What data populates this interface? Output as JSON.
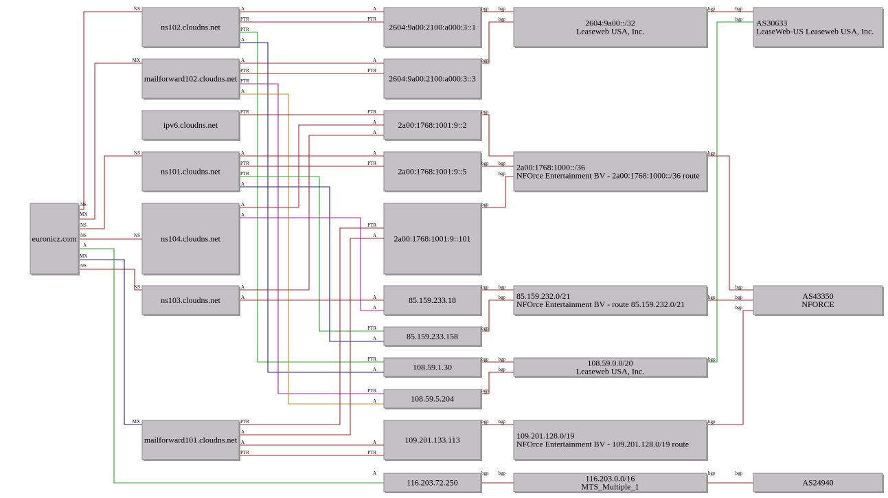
{
  "colors": {
    "red": "#b22222",
    "green": "#22aa22",
    "blue": "#1a1aa0",
    "magenta": "#b020b0",
    "orange": "#d08a10",
    "node_fill": "#c3c1c4"
  },
  "nodes": {
    "euronicz": {
      "lines": [
        "euronicz.com"
      ]
    },
    "ns102": {
      "lines": [
        "ns102.cloudns.net"
      ]
    },
    "mailforward102": {
      "lines": [
        "mailforward102.cloudns.net"
      ]
    },
    "ipv6": {
      "lines": [
        "ipv6.cloudns.net"
      ]
    },
    "ns101": {
      "lines": [
        "ns101.cloudns.net"
      ]
    },
    "ns104": {
      "lines": [
        "ns104.cloudns.net"
      ]
    },
    "ns103": {
      "lines": [
        "ns103.cloudns.net"
      ]
    },
    "mailforward101": {
      "lines": [
        "mailforward101.cloudns.net"
      ]
    },
    "ip_2604_1": {
      "lines": [
        "2604:9a00:2100:a000:3::1"
      ]
    },
    "ip_2604_3": {
      "lines": [
        "2604:9a00:2100:a000:3::3"
      ]
    },
    "ip_2a00_2": {
      "lines": [
        "2a00:1768:1001:9::2"
      ]
    },
    "ip_2a00_5": {
      "lines": [
        "2a00:1768:1001:9::5"
      ]
    },
    "ip_2a00_101": {
      "lines": [
        "2a00:1768:1001:9::101"
      ]
    },
    "ip_85_18": {
      "lines": [
        "85.159.233.18"
      ]
    },
    "ip_85_158": {
      "lines": [
        "85.159.233.158"
      ]
    },
    "ip_108_30": {
      "lines": [
        "108.59.1.30"
      ]
    },
    "ip_108_204": {
      "lines": [
        "108.59.5.204"
      ]
    },
    "ip_109_113": {
      "lines": [
        "109.201.133.113"
      ]
    },
    "ip_116_250": {
      "lines": [
        "116.203.72.250"
      ]
    },
    "pfx_2604": {
      "lines": [
        "2604:9a00::/32",
        "Leaseweb USA, Inc."
      ]
    },
    "pfx_2a00": {
      "lines": [
        "2a00:1768:1000::/36",
        "NFOrce Entertainment BV - 2a00:1768:1000::/36 route"
      ]
    },
    "pfx_85": {
      "lines": [
        "85.159.232.0/21",
        "NFOrce Entertainment BV - route 85.159.232.0/21"
      ]
    },
    "pfx_108": {
      "lines": [
        "108.59.0.0/20",
        "Leaseweb USA, Inc."
      ]
    },
    "pfx_109": {
      "lines": [
        "109.201.128.0/19",
        "NFOrce Entertainment BV - 109.201.128.0/19 route"
      ]
    },
    "pfx_116": {
      "lines": [
        "116.203.0.0/16",
        "MTS_Multiple_1"
      ]
    },
    "as30633": {
      "lines": [
        "AS30633",
        "LeaseWeb-US Leaseweb USA, Inc."
      ]
    },
    "as43350": {
      "lines": [
        "AS43350",
        "NFORCE"
      ]
    },
    "as24940": {
      "lines": [
        "AS24940"
      ]
    }
  },
  "edge_labels": {
    "ns": "NS",
    "mx": "MX",
    "a": "A",
    "ptr": "PTR",
    "bgp": "bgp"
  }
}
